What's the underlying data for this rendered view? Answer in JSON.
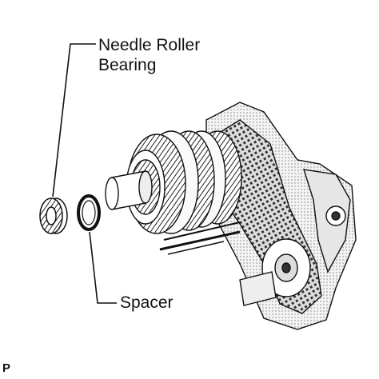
{
  "labels": {
    "needle_roller_bearing_line1": "Needle Roller",
    "needle_roller_bearing_line2": "Bearing",
    "spacer": "Spacer",
    "figure_code": "P"
  }
}
